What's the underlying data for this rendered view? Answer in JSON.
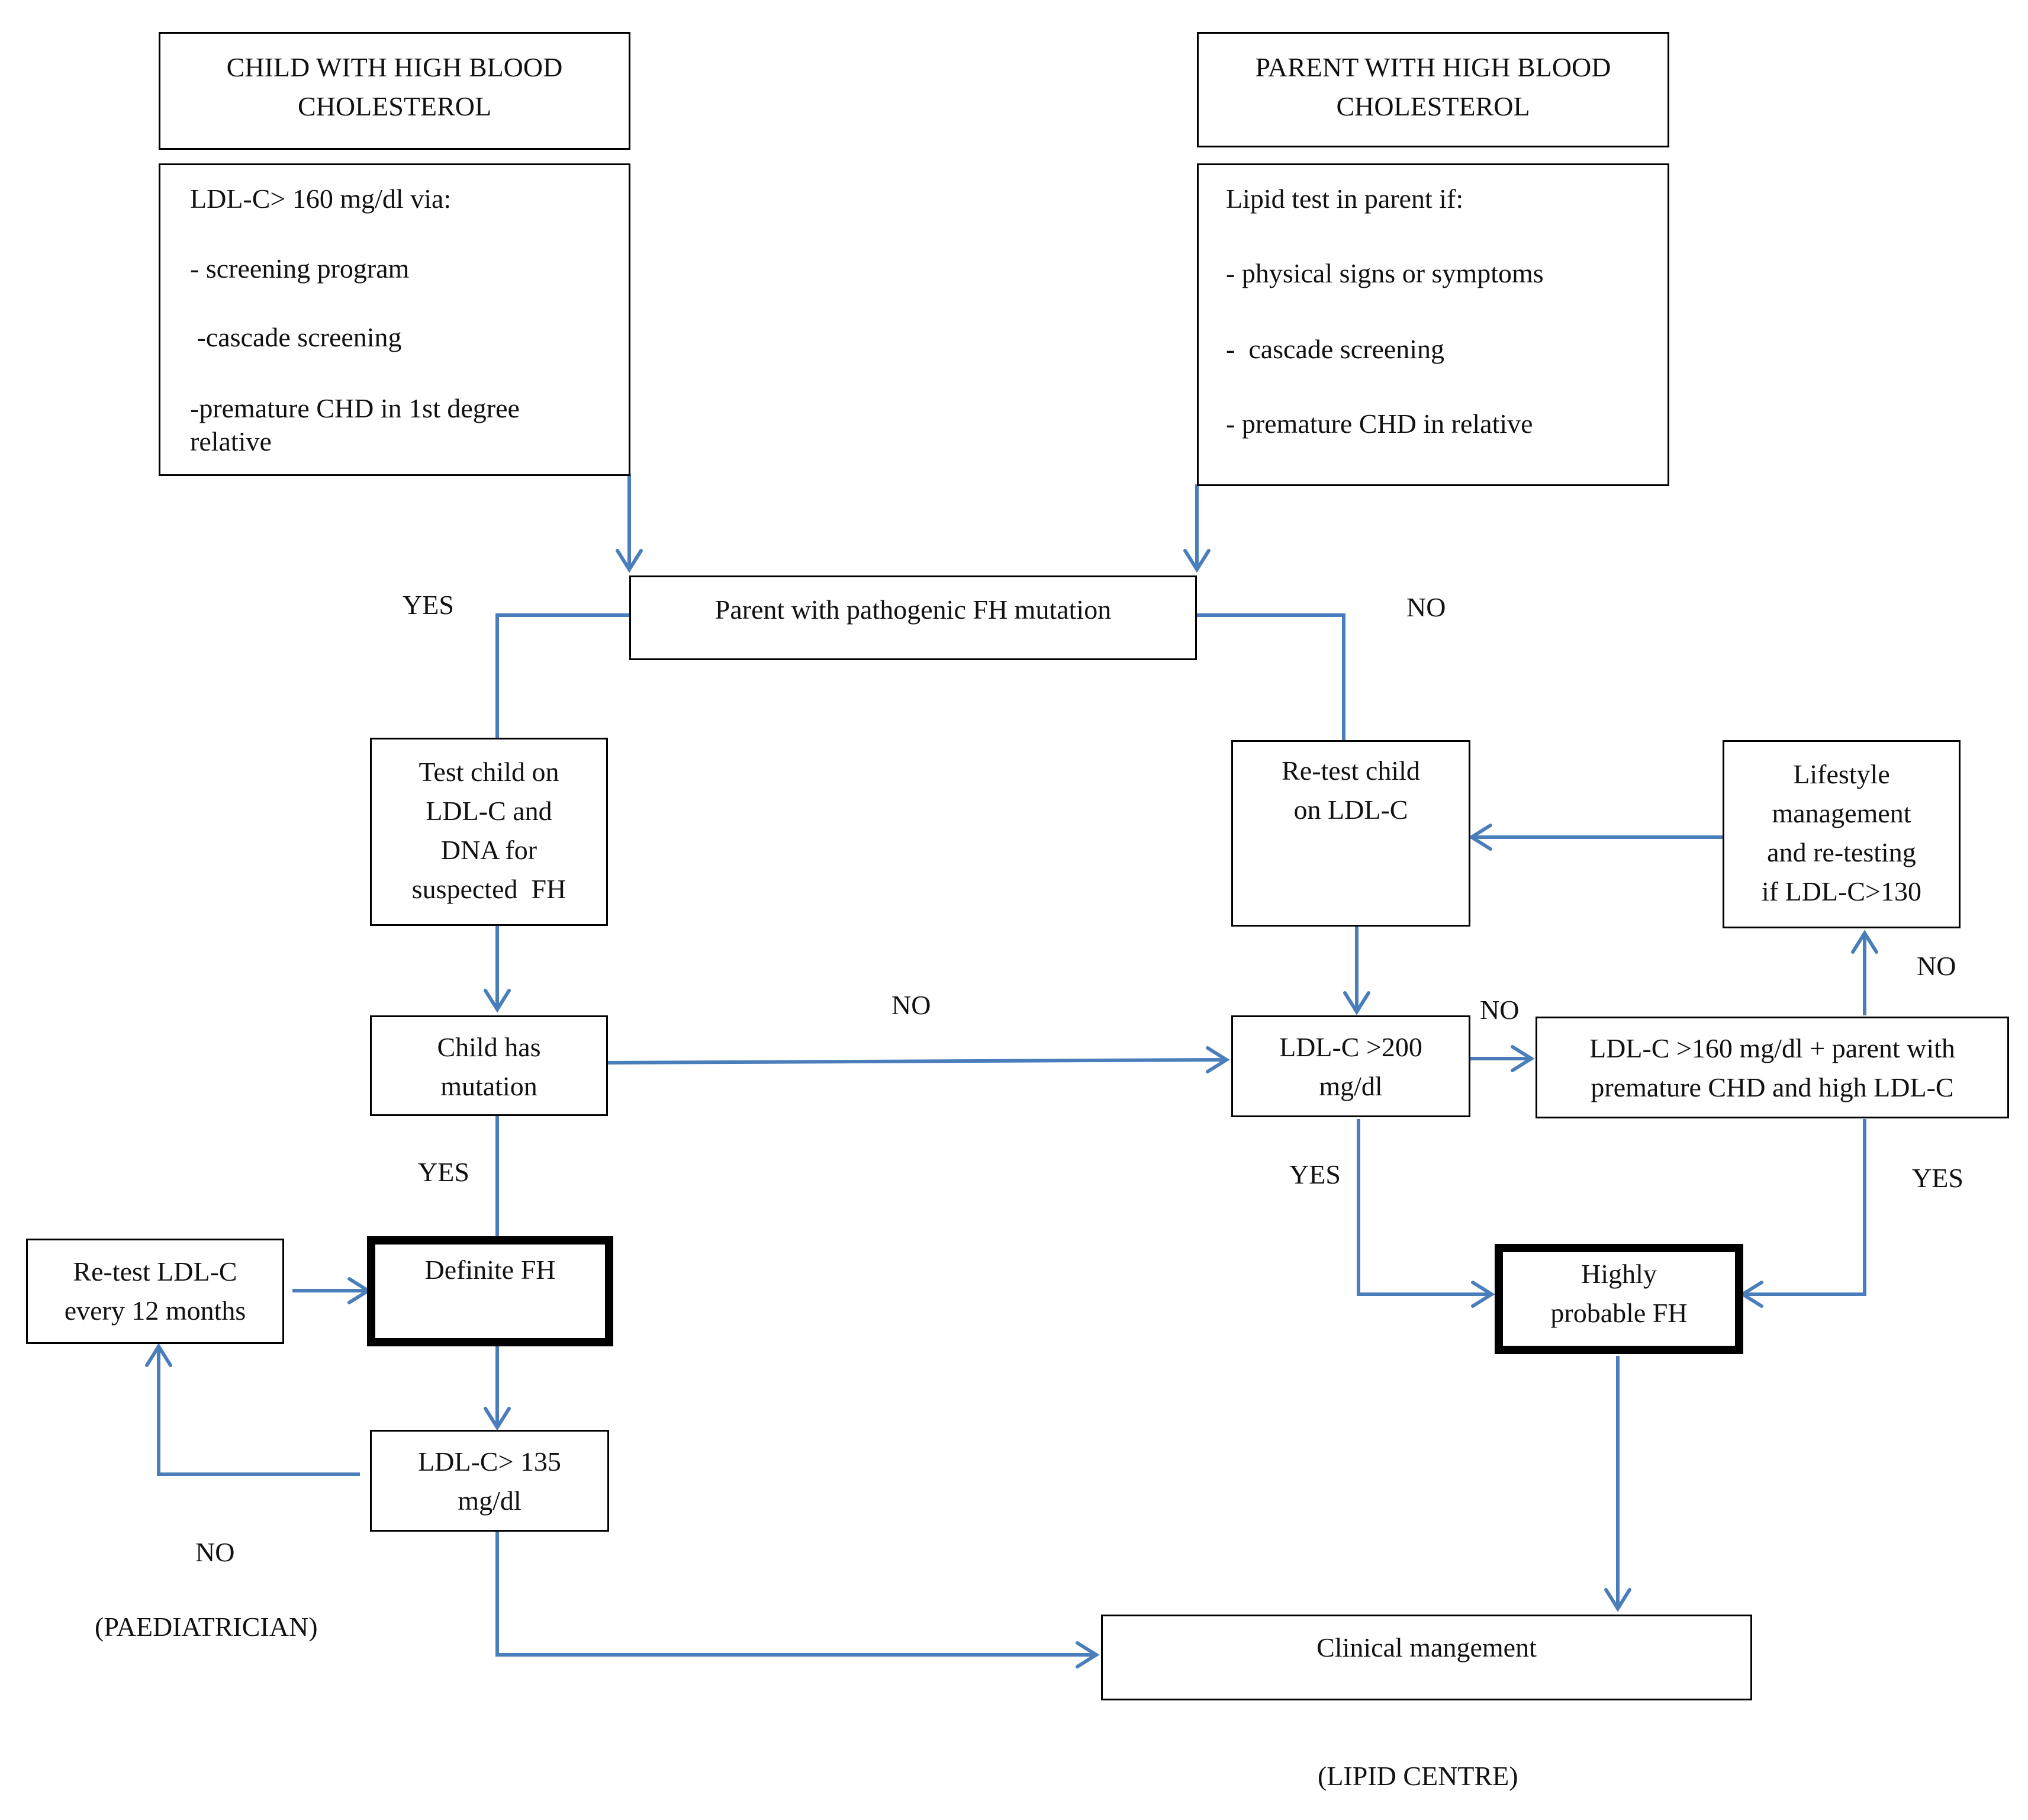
{
  "colors": {
    "arrow": "#4A7EBB",
    "border": "#000000",
    "text": "#111111",
    "background": "#ffffff"
  },
  "boxes": {
    "child_header": [
      "CHILD WITH HIGH BLOOD",
      "CHOLESTEROL"
    ],
    "parent_header": [
      "PARENT WITH HIGH BLOOD",
      "CHOLESTEROL"
    ],
    "child_criteria": [
      "LDL-C> 160 mg/dl via:",
      "- screening program",
      " -cascade screening",
      "-premature CHD in 1st degree",
      "relative"
    ],
    "parent_criteria": [
      "Lipid test in parent if:",
      "- physical signs or symptoms",
      "-  cascade screening",
      "- premature CHD in relative"
    ],
    "parent_mutation": [
      "Parent with pathogenic FH mutation"
    ],
    "test_child": [
      "Test child on",
      "LDL-C and",
      "DNA for",
      "suspected  FH"
    ],
    "retest_child": [
      "Re-test child",
      "on LDL-C"
    ],
    "lifestyle": [
      "Lifestyle",
      "management",
      "and re-testing",
      "if LDL-C>130"
    ],
    "child_mutation": [
      "Child has",
      "mutation"
    ],
    "ldl_200": [
      "LDL-C >200",
      "mg/dl"
    ],
    "ldl_160_parent": [
      "LDL-C >160 mg/dl + parent with",
      "premature CHD and high LDL-C"
    ],
    "retest_12": [
      "Re-test LDL-C",
      "every 12 months"
    ],
    "definite_fh": [
      "Definite FH"
    ],
    "highly_probable_fh": [
      "Highly",
      "probable FH"
    ],
    "ldl_135": [
      "LDL-C> 135",
      "mg/dl"
    ],
    "clinical": [
      "Clinical mangement"
    ]
  },
  "labels": {
    "yes_parent": "YES",
    "no_parent": "NO",
    "no_child_mutation": "NO",
    "no_ldl_200": "NO",
    "no_lifestyle": "NO",
    "yes_child_mutation": "YES",
    "yes_ldl_200": "YES",
    "yes_ldl_160": "YES",
    "no_ldl_135": "NO",
    "paediatrician": "(PAEDIATRICIAN)",
    "lipid_centre": "(LIPID CENTRE)"
  }
}
